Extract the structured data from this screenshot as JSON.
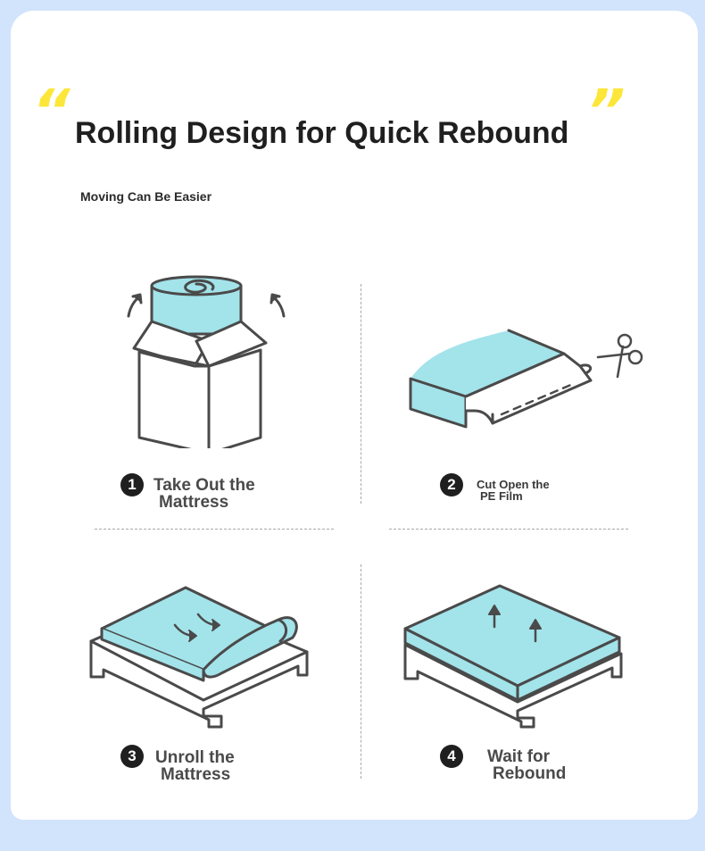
{
  "header": {
    "open_quote": "“",
    "close_quote": "”",
    "title": "Rolling Design for Quick Rebound",
    "subtitle": "Moving Can Be Easier"
  },
  "steps": [
    {
      "number": "1",
      "line1": "Take Out the",
      "line2": "Mattress"
    },
    {
      "number": "2",
      "line1": "Cut Open the",
      "line2": "PE Film"
    },
    {
      "number": "3",
      "line1": "Unroll the",
      "line2": "Mattress"
    },
    {
      "number": "4",
      "line1": "Wait for",
      "line2": "Rebound"
    }
  ],
  "colors": {
    "background": "#d2e4fb",
    "card": "#ffffff",
    "accent_quote": "#fde63a",
    "mattress": "#a3e3ea",
    "line": "#4a4a4a"
  }
}
